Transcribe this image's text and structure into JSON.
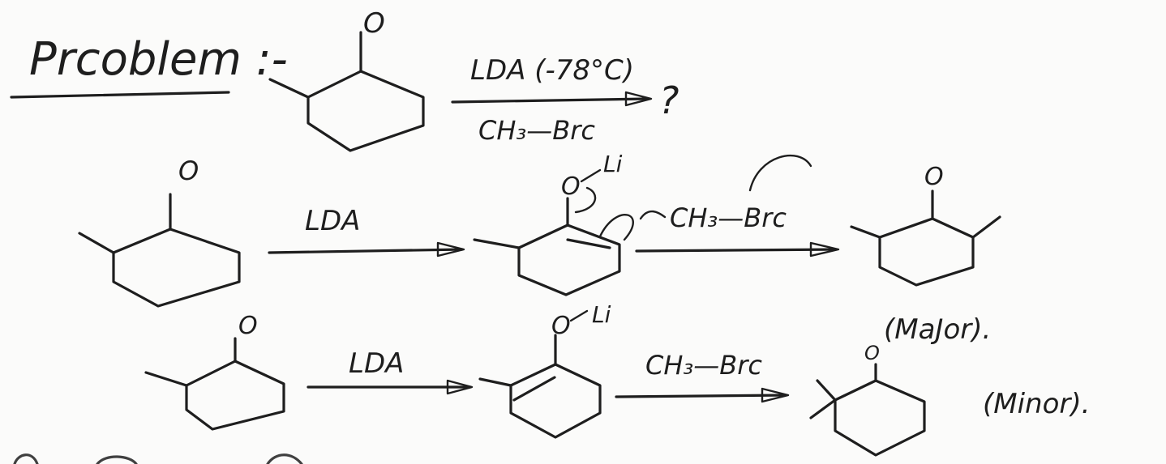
{
  "problem": {
    "heading": "Prcoblem :-",
    "reagent_top": "LDA (-78°C)",
    "reagent_bottom": "CH₃—Brc",
    "unknown_product": "?"
  },
  "row_kinetic": {
    "carbonyl_label": "O",
    "arrow_reagent": "LDA",
    "enolate_oxygen": "O",
    "enolate_counterion": "Li",
    "alkylating_agent": "CH₃—Brc",
    "product_oxygen": "O",
    "product_label": "(MaJor)."
  },
  "row_thermo": {
    "carbonyl_label": "O",
    "arrow_reagent": "LDA",
    "enolate_oxygen": "O",
    "enolate_counterion": "Li",
    "alkylating_agent": "CH₃—Brc",
    "product_oxygen": "O",
    "product_label": "(Minor)."
  }
}
